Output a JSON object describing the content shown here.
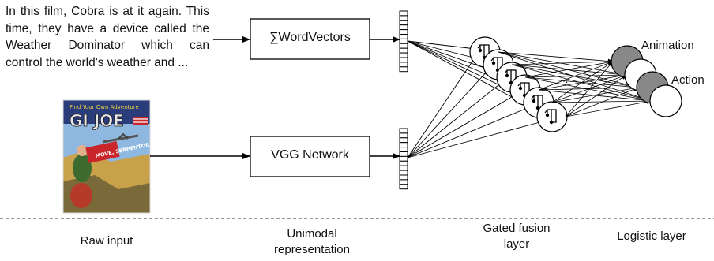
{
  "synopsis": {
    "text": "In this film, Cobra is at it again. This time, they have a device called the Weather Dominator which can control the world's weather and ..."
  },
  "poster": {
    "logo_text": "GI JOE",
    "tagline": "Move, Serpentor, Move!"
  },
  "boxes": {
    "text_encoder": "∑WordVectors",
    "image_encoder": "VGG Network"
  },
  "ellipsis": "...",
  "outputs": {
    "label_1": "Animation",
    "label_2": "Action"
  },
  "captions": {
    "raw_input": "Raw input",
    "unimodal": "Unimodal representation",
    "gated": "Gated fusion layer",
    "logistic": "Logistic layer"
  },
  "colors": {
    "output_node_gray": "#888888",
    "poster_sky": "#8fb8e0",
    "poster_red": "#c8262a"
  }
}
